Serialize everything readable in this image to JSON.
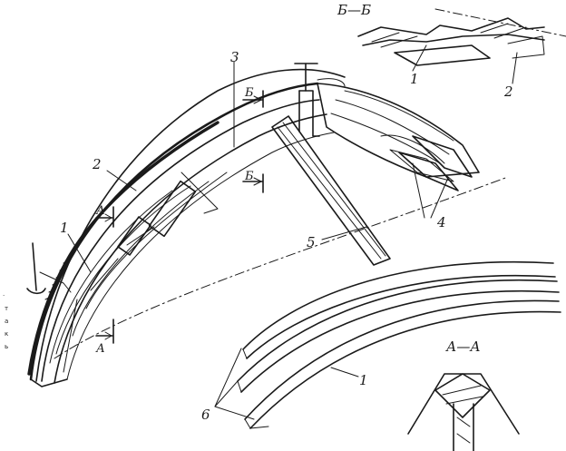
{
  "section_labels": {
    "bb": "Б—Б",
    "aa": "А—А"
  },
  "cut_marks": {
    "b_upper": "Б",
    "b_lower": "Б",
    "a_upper": "А",
    "a_lower": "А"
  },
  "callouts": {
    "n1_main": "1",
    "n2_main": "2",
    "n3_main": "3",
    "n4_main": "4",
    "n5_main": "5",
    "n6_main": "6",
    "n1_section": "1",
    "n2_section": "2",
    "n1_strips": "1"
  },
  "side_fragment": [
    "т",
    "а",
    "к",
    "ь"
  ],
  "side_dot": "."
}
